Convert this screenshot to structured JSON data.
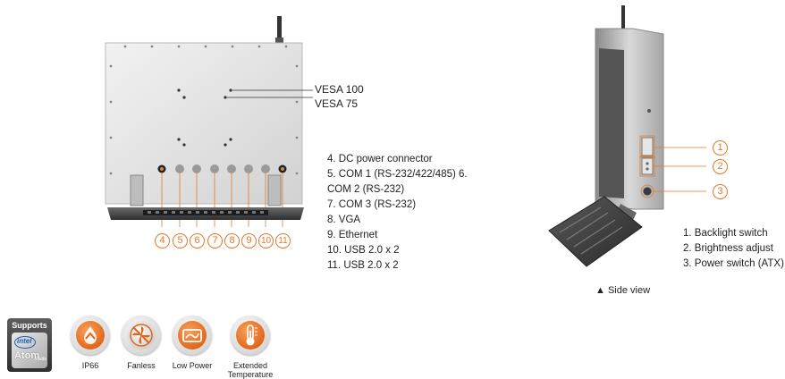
{
  "rear_view": {
    "vesa": [
      "VESA 100",
      "VESA 75"
    ],
    "connector_numbers": [
      "4",
      "5",
      "6",
      "7",
      "8",
      "9",
      "10",
      "11"
    ],
    "connector_list": [
      "4. DC power connector",
      "5. COM 1 (RS-232/422/485) 6.",
      "COM 2 (RS-232)",
      "7. COM 3 (RS-232)",
      "8. VGA",
      "9. Ethernet",
      "10. USB 2.0 x 2",
      "11. USB 2.0 x 2"
    ]
  },
  "side_view": {
    "callout_numbers": [
      "1",
      "2",
      "3"
    ],
    "callout_list": [
      "1. Backlight switch",
      "2. Brightness adjust",
      "3. Power switch (ATX)"
    ],
    "caption": "▲ Side view"
  },
  "badges": {
    "supports_title": "Supports",
    "intel_brand": "intel",
    "atom_text": "Atom",
    "atom_inside": "inside",
    "items": [
      "IP66",
      "Fanless",
      "Low Power",
      "Extended Temperature"
    ]
  },
  "colors": {
    "accent": "#e07a2a",
    "panel": "#dcdcdc",
    "dark": "#3a3a3a"
  }
}
